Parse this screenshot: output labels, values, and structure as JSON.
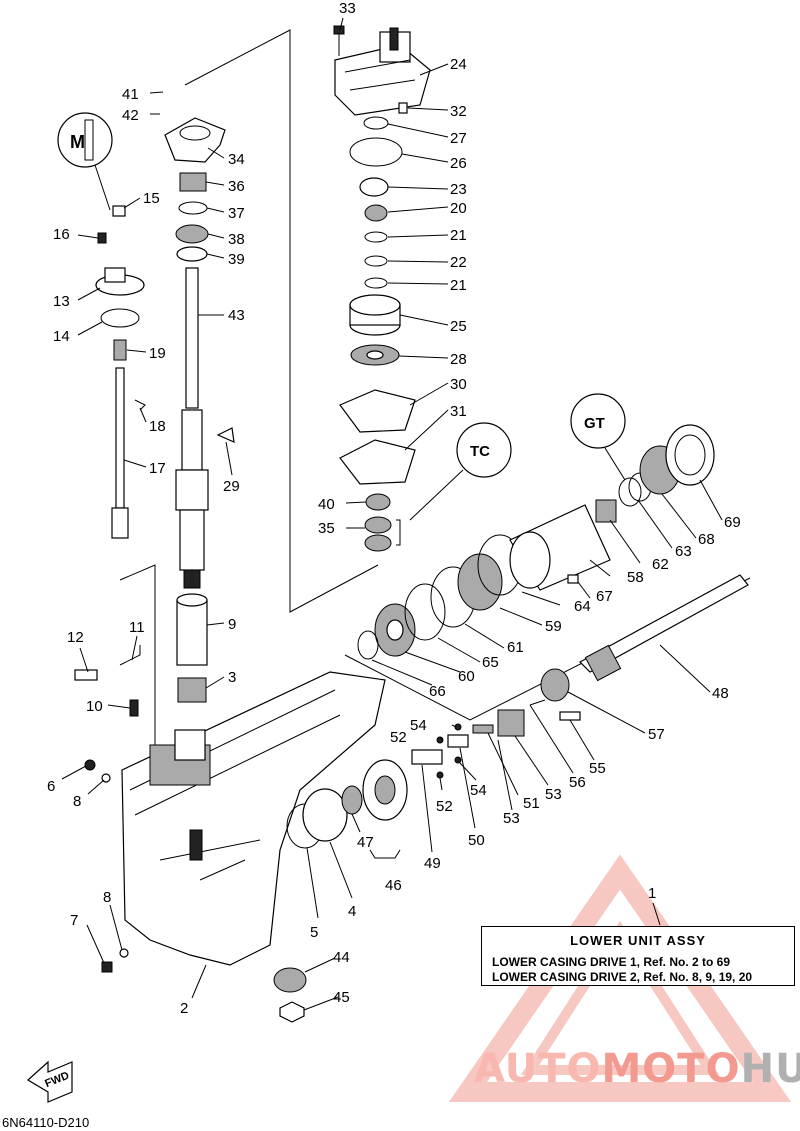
{
  "part_numbers": [
    "33",
    "24",
    "32",
    "27",
    "26",
    "23",
    "20",
    "21",
    "22",
    "21",
    "25",
    "28",
    "30",
    "31",
    "40",
    "35",
    "41",
    "42",
    "34",
    "36",
    "37",
    "38",
    "39",
    "43",
    "15",
    "16",
    "13",
    "14",
    "19",
    "18",
    "17",
    "29",
    "9",
    "3",
    "12",
    "11",
    "10",
    "6",
    "8",
    "7",
    "8",
    "2",
    "5",
    "4",
    "47",
    "46",
    "44",
    "45",
    "1",
    "49",
    "50",
    "52",
    "54",
    "52",
    "54",
    "51",
    "53",
    "53",
    "56",
    "55",
    "57",
    "48",
    "66",
    "60",
    "65",
    "61",
    "59",
    "64",
    "67",
    "58",
    "62",
    "63",
    "68",
    "69"
  ],
  "legend": {
    "ref": "1",
    "title": "LOWER UNIT ASSY",
    "line1": "LOWER CASING DRIVE 1,  Ref. No. 2 to 69",
    "line2": "LOWER CASING DRIVE 2,  Ref. No. 8, 9, 19, 20"
  },
  "drawing_code": "6N64110-D210",
  "fwd_label": "FWD",
  "watermark": {
    "part1": "AUTO",
    "part2": "MOTO",
    "part3": "HUB"
  },
  "colors": {
    "ink": "#000000",
    "watermark_red": "#f29a90",
    "watermark_grey": "#b0b0b0"
  },
  "icons": [
    "sealant-m-icon",
    "grease-gt-icon",
    "grease-tc-icon",
    "fwd-arrow-icon",
    "watermark-triangle-logo"
  ]
}
